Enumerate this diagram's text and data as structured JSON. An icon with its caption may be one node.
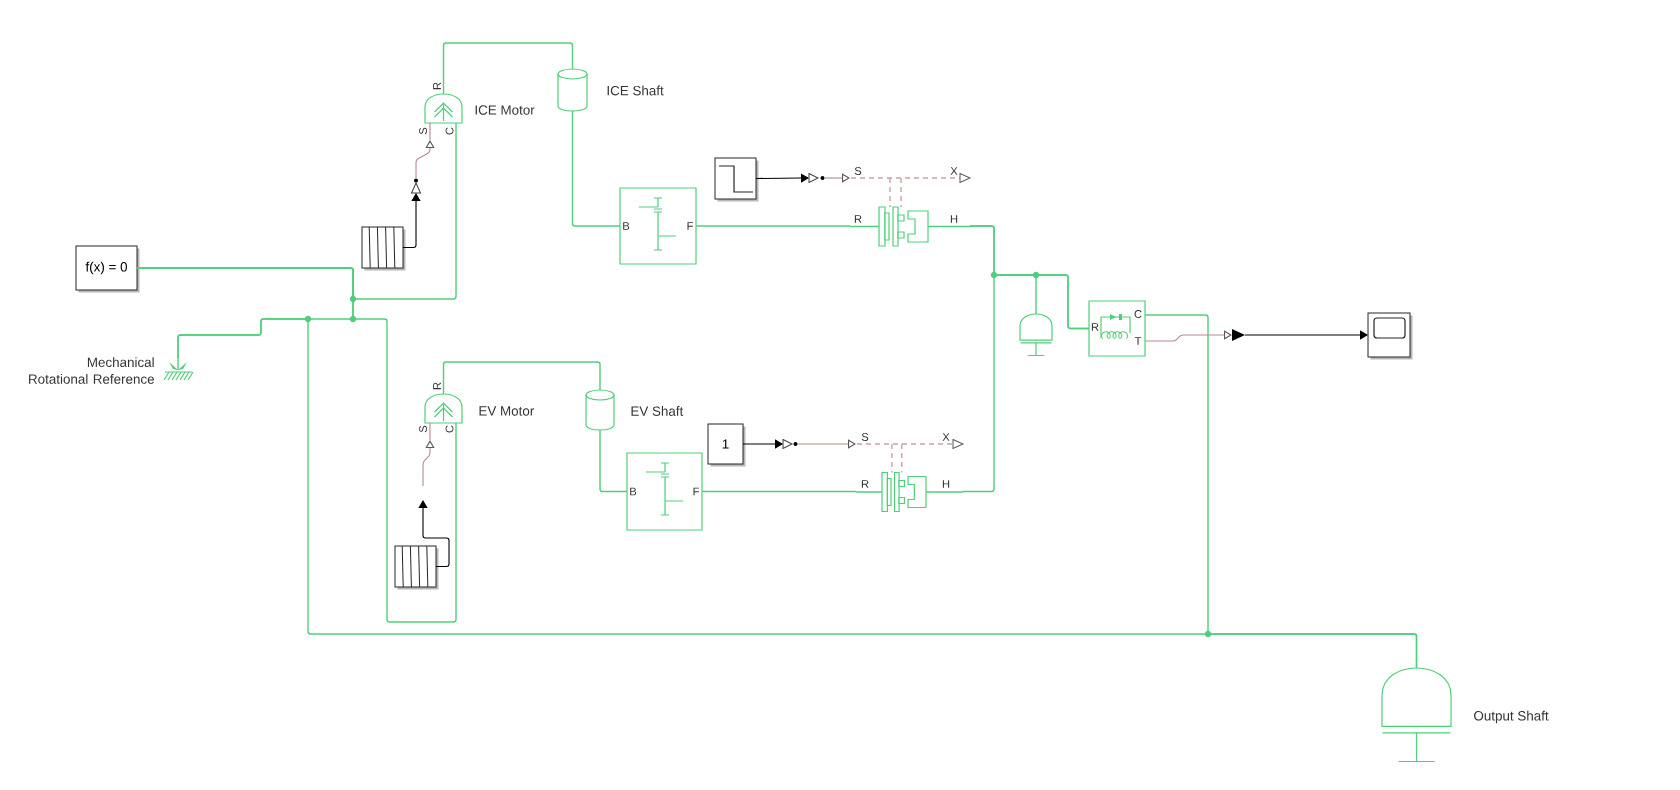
{
  "diagram": {
    "nodes": [
      {
        "text": [
          "R",
          "S",
          "C"
        ],
        "beside": [
          "ICE Motor"
        ]
      },
      {
        "text": [],
        "shape": "cylinder",
        "beside": [
          "ICE Shaft"
        ]
      },
      {
        "text": [],
        "shape": "box"
      },
      {
        "text": [],
        "shape": "triangle"
      },
      {
        "text": [],
        "shape": "triangle"
      },
      {
        "text": [
          "B",
          "F"
        ]
      },
      {
        "text": [
          "S",
          "X",
          "R",
          "H"
        ]
      },
      {
        "text": [],
        "shape": "box"
      },
      {
        "text": [
          "f(x) = 0"
        ]
      },
      {
        "text": [],
        "shape": "dome"
      },
      {
        "text": [
          "R",
          "C",
          "T"
        ]
      },
      {
        "text": [],
        "shape": "triangle"
      },
      {
        "text": [],
        "shape": "box"
      },
      {
        "text": [],
        "shape": "picture",
        "beside": [
          "Mechanical Rotational Reference"
        ]
      },
      {
        "text": [
          "R",
          "S",
          "C"
        ],
        "beside": [
          "EV Motor"
        ]
      },
      {
        "text": [],
        "shape": "cylinder",
        "beside": [
          "EV Shaft"
        ]
      },
      {
        "text": [
          "1"
        ]
      },
      {
        "text": [],
        "shape": "triangle"
      },
      {
        "text": [
          "B",
          "F"
        ]
      },
      {
        "text": [
          "S",
          "X",
          "R",
          "H"
        ]
      },
      {
        "text": [],
        "shape": "box"
      },
      {
        "text": [],
        "shape": "dome",
        "beside": [
          "Output Shaft"
        ]
      }
    ],
    "edges": [
      {
        "from": 0,
        "to": 1,
        "arrow": "none"
      },
      {
        "from": 1,
        "to": 5,
        "arrow": "none"
      },
      {
        "from": 5,
        "to": 6,
        "arrow": "none"
      },
      {
        "from": 6,
        "to": 10,
        "arrow": "none"
      },
      {
        "from": 6,
        "to": 9,
        "arrow": "none"
      },
      {
        "from": 19,
        "to": 10,
        "arrow": "none"
      },
      {
        "from": 8,
        "to": 0,
        "arrow": "none"
      },
      {
        "from": 8,
        "to": 13,
        "arrow": "none"
      },
      {
        "from": 8,
        "to": 14,
        "arrow": "none"
      },
      {
        "from": 13,
        "to": 21,
        "arrow": "none"
      },
      {
        "from": 10,
        "to": 21,
        "arrow": "none"
      },
      {
        "from": 14,
        "to": 15,
        "arrow": "none"
      },
      {
        "from": 15,
        "to": 18,
        "arrow": "none"
      },
      {
        "from": 18,
        "to": 19,
        "arrow": "none"
      },
      {
        "from": 7,
        "to": 4,
        "arrow": "to",
        "color": "#000000"
      },
      {
        "from": 4,
        "to": 0,
        "arrow": "to",
        "color": "#b88a8a"
      },
      {
        "from": 2,
        "to": 3,
        "arrow": "to",
        "color": "#000000"
      },
      {
        "from": 3,
        "to": 6,
        "arrow": "to",
        "color": "#b88a8a"
      },
      {
        "from": 16,
        "to": 17,
        "arrow": "to",
        "color": "#000000"
      },
      {
        "from": 17,
        "to": 19,
        "arrow": "to",
        "color": "#b88a8a"
      },
      {
        "from": 20,
        "to": null,
        "arrow": "to",
        "color": "#000000"
      },
      {
        "from": null,
        "to": 14,
        "arrow": "to",
        "color": "#b88a8a"
      },
      {
        "from": 10,
        "to": 11,
        "arrow": "to",
        "color": "#b88a8a"
      },
      {
        "from": 11,
        "to": 12,
        "arrow": "to",
        "color": "#000000"
      }
    ]
  }
}
